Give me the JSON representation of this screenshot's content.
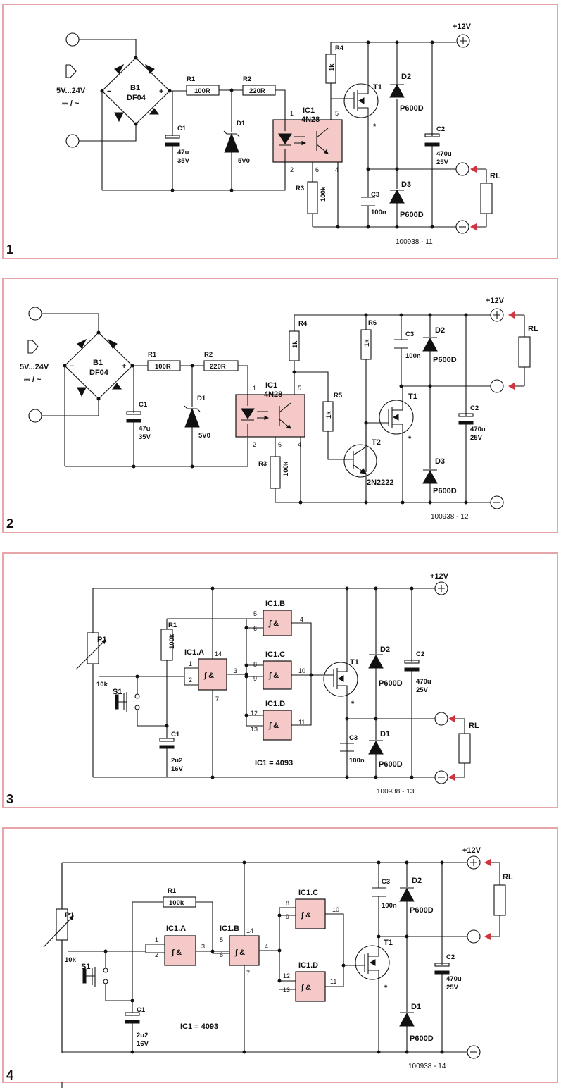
{
  "figures": [
    {
      "number": "1",
      "footer": "100938 - 11",
      "labels": {
        "input_voltage": "5V...24V",
        "input_type": "⎓ / ~",
        "supply": "+12V",
        "load": "RL",
        "b1": "B1",
        "b1_part": "DF04",
        "r1": "R1",
        "r1_val": "100R",
        "r2": "R2",
        "r2_val": "220R",
        "c1": "C1",
        "c1_val": "47u",
        "c1_volt": "35V",
        "d1": "D1",
        "d1_val": "5V0",
        "ic1": "IC1",
        "ic1_part": "4N28",
        "r3": "R3",
        "r3_val": "100k",
        "r4": "R4",
        "r4_val": "1k",
        "t1": "T1",
        "star": "*",
        "d2": "D2",
        "d2_val": "P600D",
        "d3": "D3",
        "d3_val": "P600D",
        "c2": "C2",
        "c2_val": "470u",
        "c2_volt": "25V",
        "c3": "C3",
        "c3_val": "100n",
        "pin1": "1",
        "pin2": "2",
        "pin4": "4",
        "pin5": "5",
        "pin6": "6"
      }
    },
    {
      "number": "2",
      "footer": "100938 - 12",
      "labels": {
        "input_voltage": "5V...24V",
        "input_type": "⎓ / ~",
        "supply": "+12V",
        "load": "RL",
        "b1": "B1",
        "b1_part": "DF04",
        "r1": "R1",
        "r1_val": "100R",
        "r2": "R2",
        "r2_val": "220R",
        "c1": "C1",
        "c1_val": "47u",
        "c1_volt": "35V",
        "d1": "D1",
        "d1_val": "5V0",
        "ic1": "IC1",
        "ic1_part": "4N28",
        "r3": "R3",
        "r3_val": "100k",
        "r4": "R4",
        "r4_val": "1k",
        "r5": "R5",
        "r5_val": "1k",
        "r6": "R6",
        "r6_val": "1k",
        "t1": "T1",
        "star": "*",
        "t2": "T2",
        "t2_part": "2N2222",
        "d2": "D2",
        "d2_val": "P600D",
        "d3": "D3",
        "d3_val": "P600D",
        "c2": "C2",
        "c2_val": "470u",
        "c2_volt": "25V",
        "c3": "C3",
        "c3_val": "100n",
        "pin1": "1",
        "pin2": "2",
        "pin4": "4",
        "pin5": "5",
        "pin6": "6"
      }
    },
    {
      "number": "3",
      "footer": "100938 - 13",
      "labels": {
        "supply": "+12V",
        "load": "RL",
        "p1": "P1",
        "p1_val": "10k",
        "s1": "S1",
        "r1": "R1",
        "r1_val": "100k",
        "c1": "C1",
        "c1_val": "2u2",
        "c1_volt": "16V",
        "ic1a": "IC1.A",
        "ic1b": "IC1.B",
        "ic1c": "IC1.C",
        "ic1d": "IC1.D",
        "gate_symbol": "∫ &",
        "ic_note": "IC1 = 4093",
        "t1": "T1",
        "star": "*",
        "d1": "D1",
        "d1_val": "P600D",
        "d2": "D2",
        "d2_val": "P600D",
        "c2": "C2",
        "c2_val": "470u",
        "c2_volt": "25V",
        "c3": "C3",
        "c3_val": "100n",
        "p_1": "1",
        "p_2": "2",
        "p_3": "3",
        "p_4": "4",
        "p_5": "5",
        "p_6": "6",
        "p_7": "7",
        "p_8": "8",
        "p_9": "9",
        "p_10": "10",
        "p_11": "11",
        "p_12": "12",
        "p_13": "13",
        "p_14": "14"
      }
    },
    {
      "number": "4",
      "footer": "100938 - 14",
      "labels": {
        "supply": "+12V",
        "load": "RL",
        "p1": "P1",
        "p1_val": "10k",
        "s1": "S1",
        "r1": "R1",
        "r1_val": "100k",
        "c1": "C1",
        "c1_val": "2u2",
        "c1_volt": "16V",
        "ic1a": "IC1.A",
        "ic1b": "IC1.B",
        "ic1c": "IC1.C",
        "ic1d": "IC1.D",
        "gate_symbol": "∫ &",
        "ic_note": "IC1 = 4093",
        "t1": "T1",
        "star": "*",
        "d1": "D1",
        "d1_val": "P600D",
        "d2": "D2",
        "d2_val": "P600D",
        "c2": "C2",
        "c2_val": "470u",
        "c2_volt": "25V",
        "c3": "C3",
        "c3_val": "100n",
        "p_1": "1",
        "p_2": "2",
        "p_3": "3",
        "p_4": "4",
        "p_5": "5",
        "p_6": "6",
        "p_7": "7",
        "p_8": "8",
        "p_9": "9",
        "p_10": "10",
        "p_11": "11",
        "p_12": "12",
        "p_13": "13",
        "p_14": "14"
      }
    }
  ]
}
